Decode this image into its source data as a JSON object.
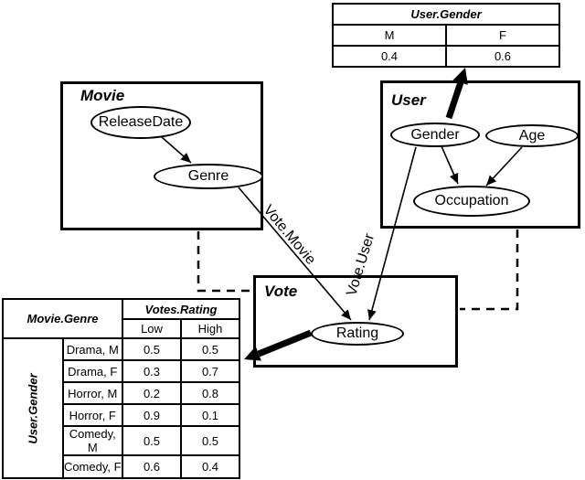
{
  "gender_table": {
    "title": "User.Gender",
    "col_m": "M",
    "col_f": "F",
    "val_m": "0.4",
    "val_f": "0.6"
  },
  "movie": {
    "title": "Movie",
    "release_date": "ReleaseDate",
    "genre": "Genre"
  },
  "user": {
    "title": "User",
    "gender": "Gender",
    "age": "Age",
    "occupation": "Occupation"
  },
  "vote": {
    "title": "Vote",
    "rating": "Rating"
  },
  "edges": {
    "vote_movie": "Vote.Movie",
    "vote_user": "Vote.User"
  },
  "cpt_table": {
    "header_left": "Movie.Genre",
    "header_right": "Votes.Rating",
    "sub_low": "Low",
    "sub_high": "High",
    "row_group": "User.Gender",
    "rows": [
      {
        "label": "Drama, M",
        "low": "0.5",
        "high": "0.5"
      },
      {
        "label": "Drama, F",
        "low": "0.3",
        "high": "0.7"
      },
      {
        "label": "Horror, M",
        "low": "0.2",
        "high": "0.8"
      },
      {
        "label": "Horror, F",
        "low": "0.9",
        "high": "0.1"
      },
      {
        "label": "Comedy, M",
        "low": "0.5",
        "high": "0.5"
      },
      {
        "label": "Comedy, F",
        "low": "0.6",
        "high": "0.4"
      }
    ]
  },
  "colors": {
    "ink": "#000000",
    "background": "#ffffff"
  }
}
